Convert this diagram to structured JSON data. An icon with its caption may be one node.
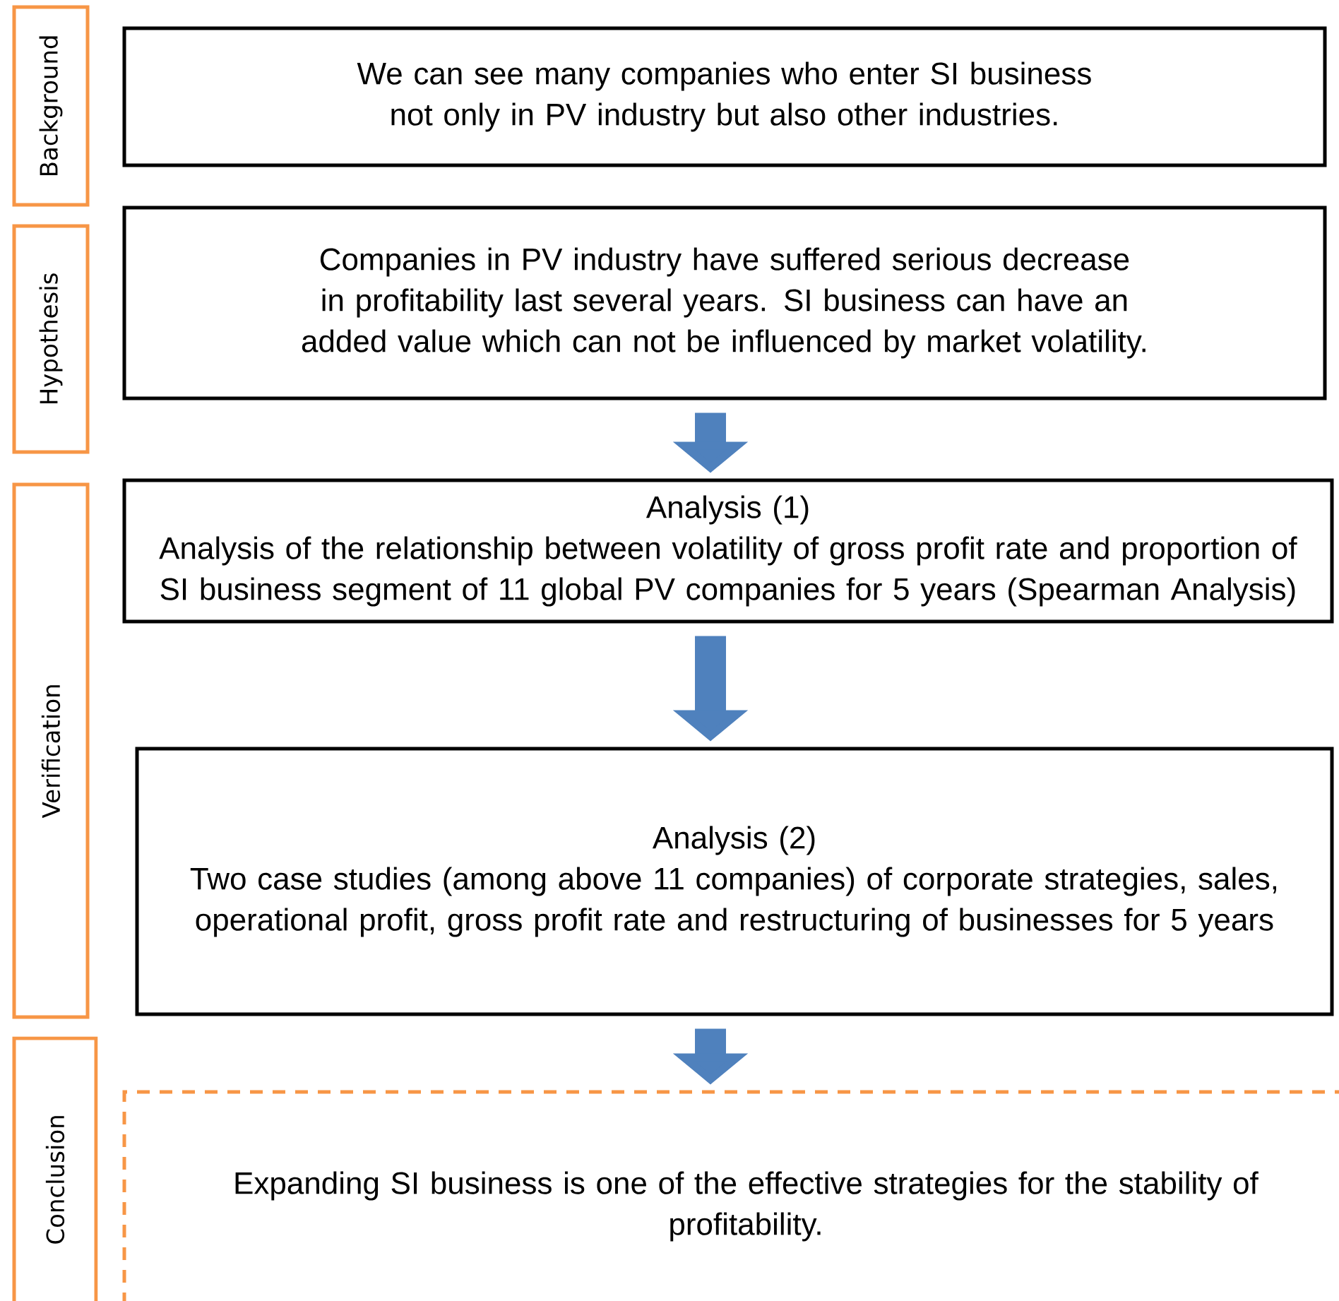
{
  "diagram": {
    "nodes": [
      {
        "text": [
          "Background"
        ]
      },
      {
        "text": [
          "We can see many companies who enter SI business not only in PV industry but also other industries."
        ]
      },
      {
        "text": [
          "Hypothesis"
        ]
      },
      {
        "text": [
          "Companies in PV industry have suffered serious decrease in profitability last several years. SI business can have an added value which can not be influenced by market volatility."
        ]
      },
      {
        "text": [
          "Verification"
        ]
      },
      {
        "text": [
          "Analysis (1)",
          "Analysis of the relationship between volatility of gross profit rate and proportion of SI business segment of 11 global PV companies for 5 years (Spearman Analysis)"
        ]
      },
      {
        "text": [
          "Analysis (2)",
          "Two case studies  (among  above 11 companies) of  corporate strategies, sales, operational profit, gross profit rate and restructuring  of businesses for  5 years"
        ]
      },
      {
        "text": [
          "Conclusion"
        ]
      },
      {
        "text": [
          "Expanding SI business is one of the effective strategies  for the stability of profitability."
        ]
      }
    ],
    "edges": [
      {
        "from": 3,
        "to": 5,
        "arrow": "to"
      },
      {
        "from": 5,
        "to": 6,
        "arrow": "to"
      },
      {
        "from": 6,
        "to": 8,
        "arrow": "to"
      }
    ]
  }
}
